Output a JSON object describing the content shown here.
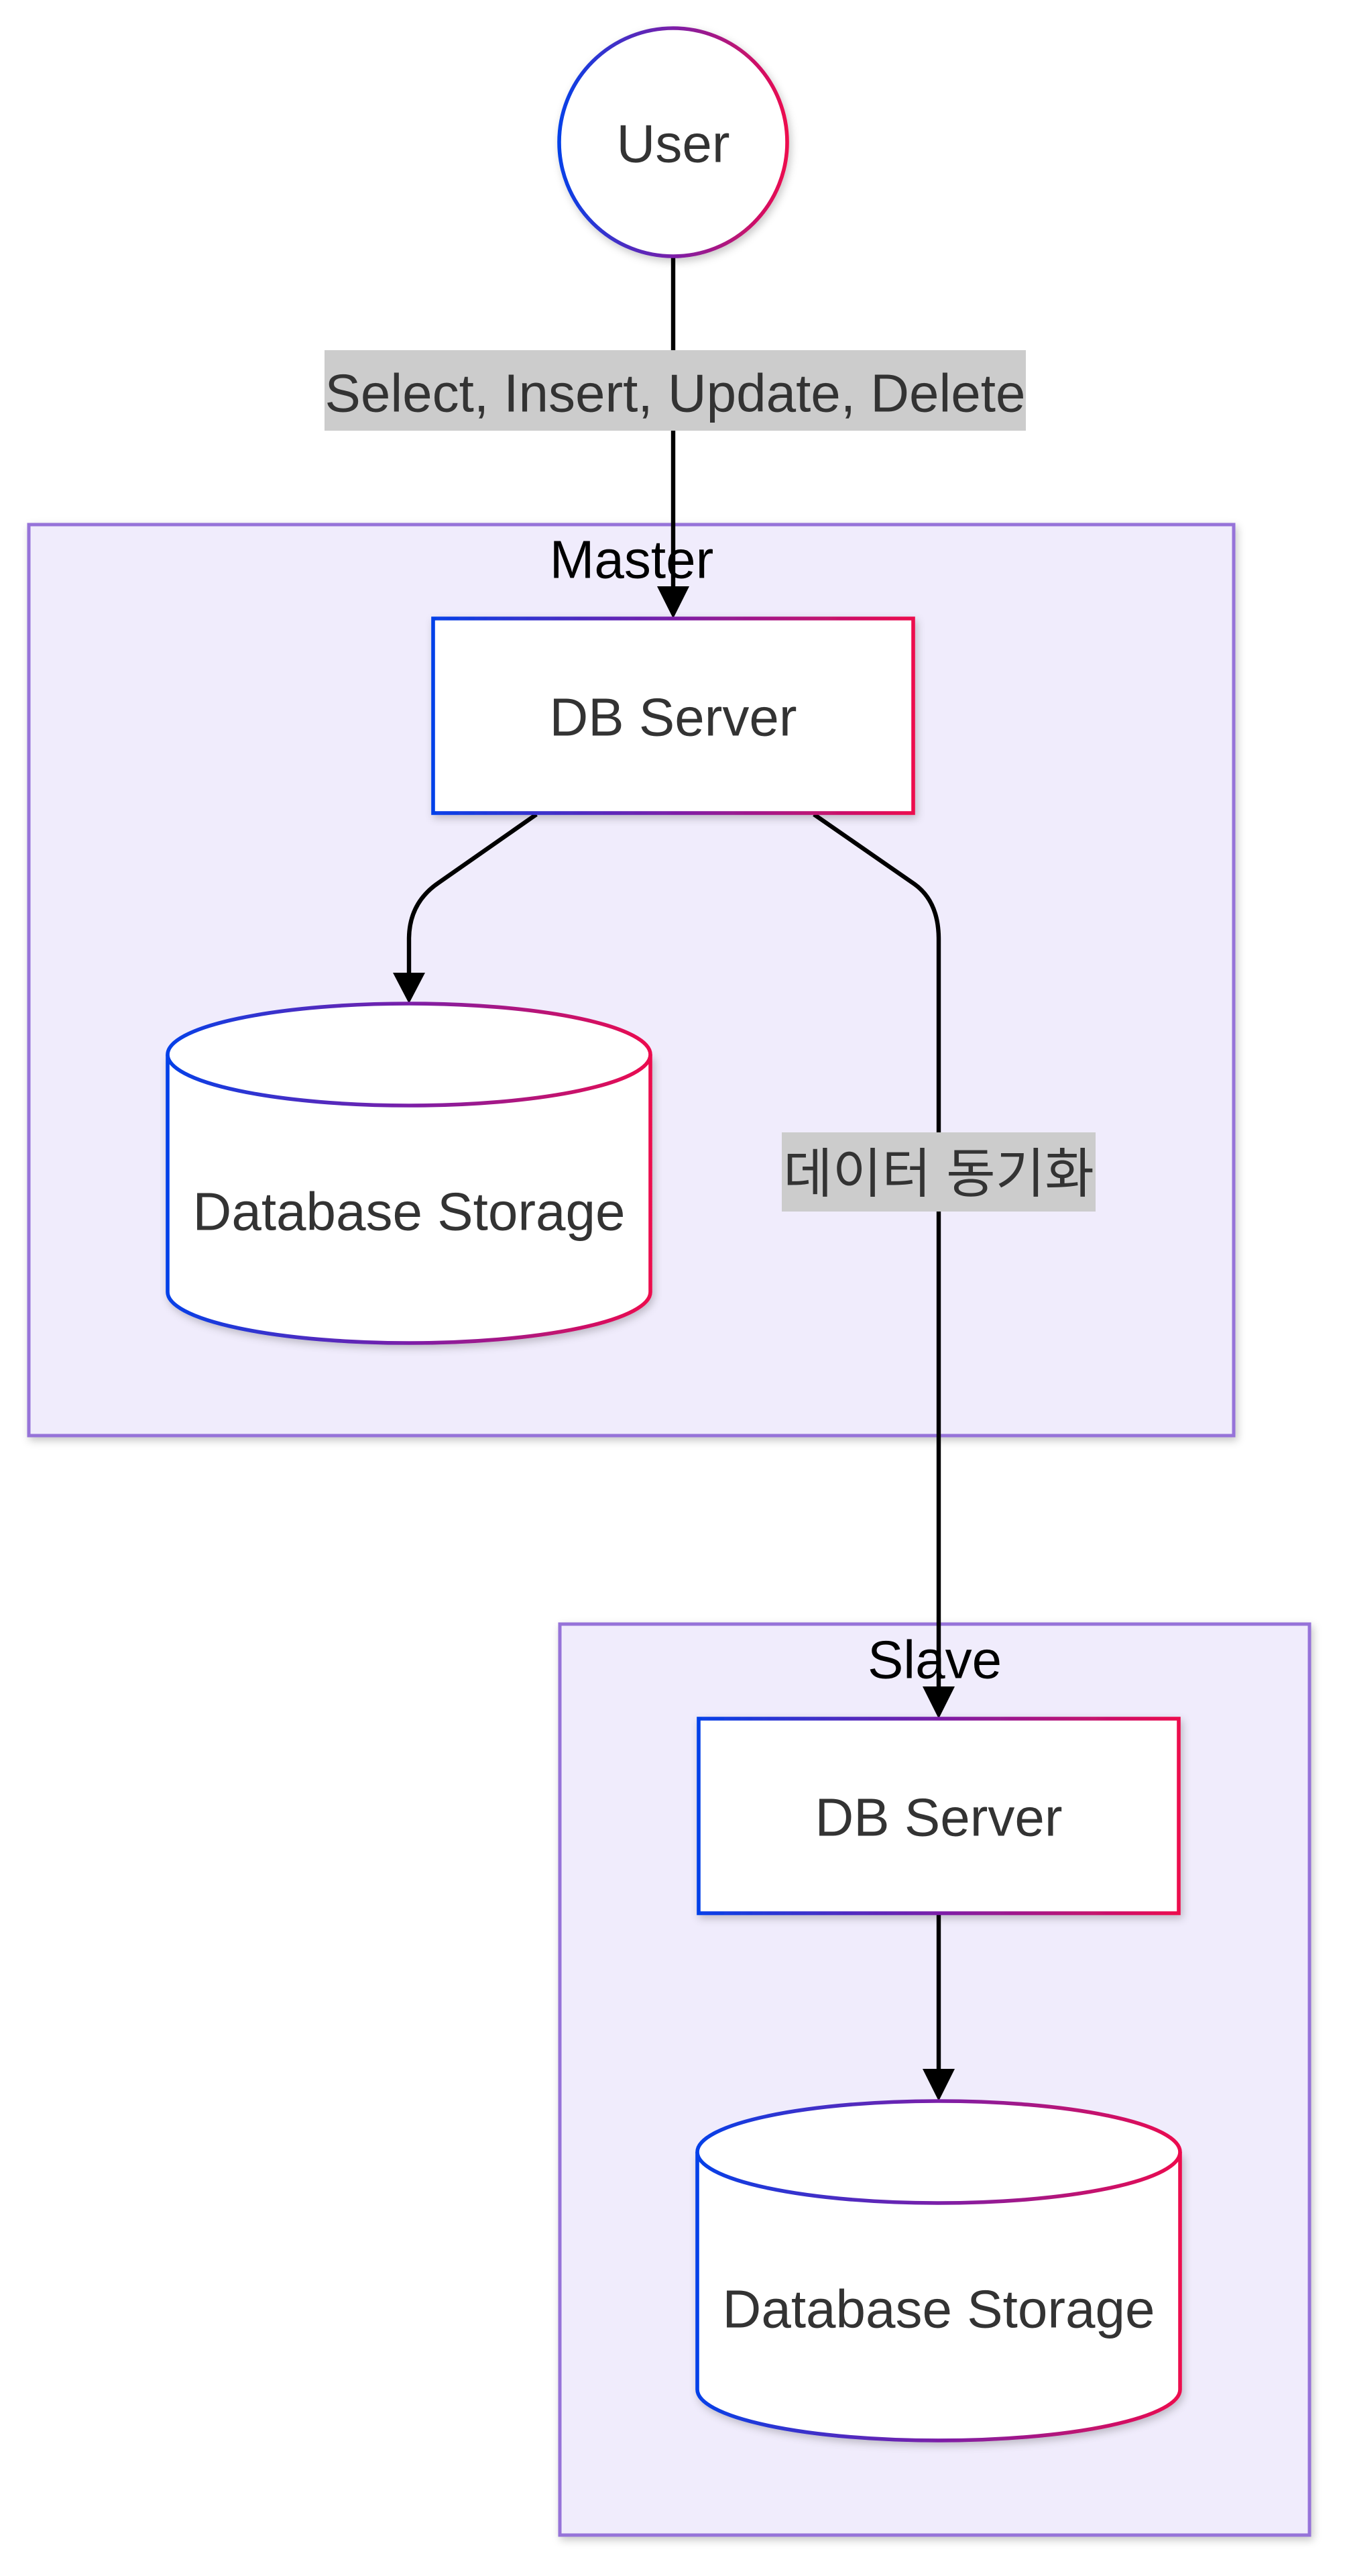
{
  "diagram": {
    "type": "flowchart-top-down",
    "title_semantic": "Database master-slave replication diagram",
    "colors": {
      "gradient_start": "#0540E8",
      "gradient_mid": "#7B1FA8",
      "gradient_end": "#EC0B4E",
      "cluster_fill": "#F0ECFC",
      "cluster_border": "#9673D9",
      "cluster_title": "#000000",
      "node_fill": "#ffffff",
      "node_text": "#333333",
      "edge_color": "#000000",
      "label_bg": "#cccccc",
      "label_text": "#333333",
      "page_bg": "#ffffff"
    },
    "clusters": {
      "master": {
        "label": "Master"
      },
      "slave": {
        "label": "Slave"
      }
    },
    "nodes": {
      "user": {
        "label": "User",
        "shape": "circle"
      },
      "master_db": {
        "label": "DB Server",
        "shape": "rectangle"
      },
      "master_storage": {
        "label": "Database Storage",
        "shape": "cylinder"
      },
      "slave_db": {
        "label": "DB Server",
        "shape": "rectangle"
      },
      "slave_storage": {
        "label": "Database Storage",
        "shape": "cylinder"
      }
    },
    "edges": {
      "user_to_master_db": {
        "label": "Select, Insert, Update, Delete",
        "from": "user",
        "to": "master_db"
      },
      "master_db_to_storage": {
        "label": "",
        "from": "master_db",
        "to": "master_storage"
      },
      "master_db_to_slave_db": {
        "label": "데이터 동기화",
        "from": "master_db",
        "to": "slave_db"
      },
      "slave_db_to_storage": {
        "label": "",
        "from": "slave_db",
        "to": "slave_storage"
      }
    }
  }
}
